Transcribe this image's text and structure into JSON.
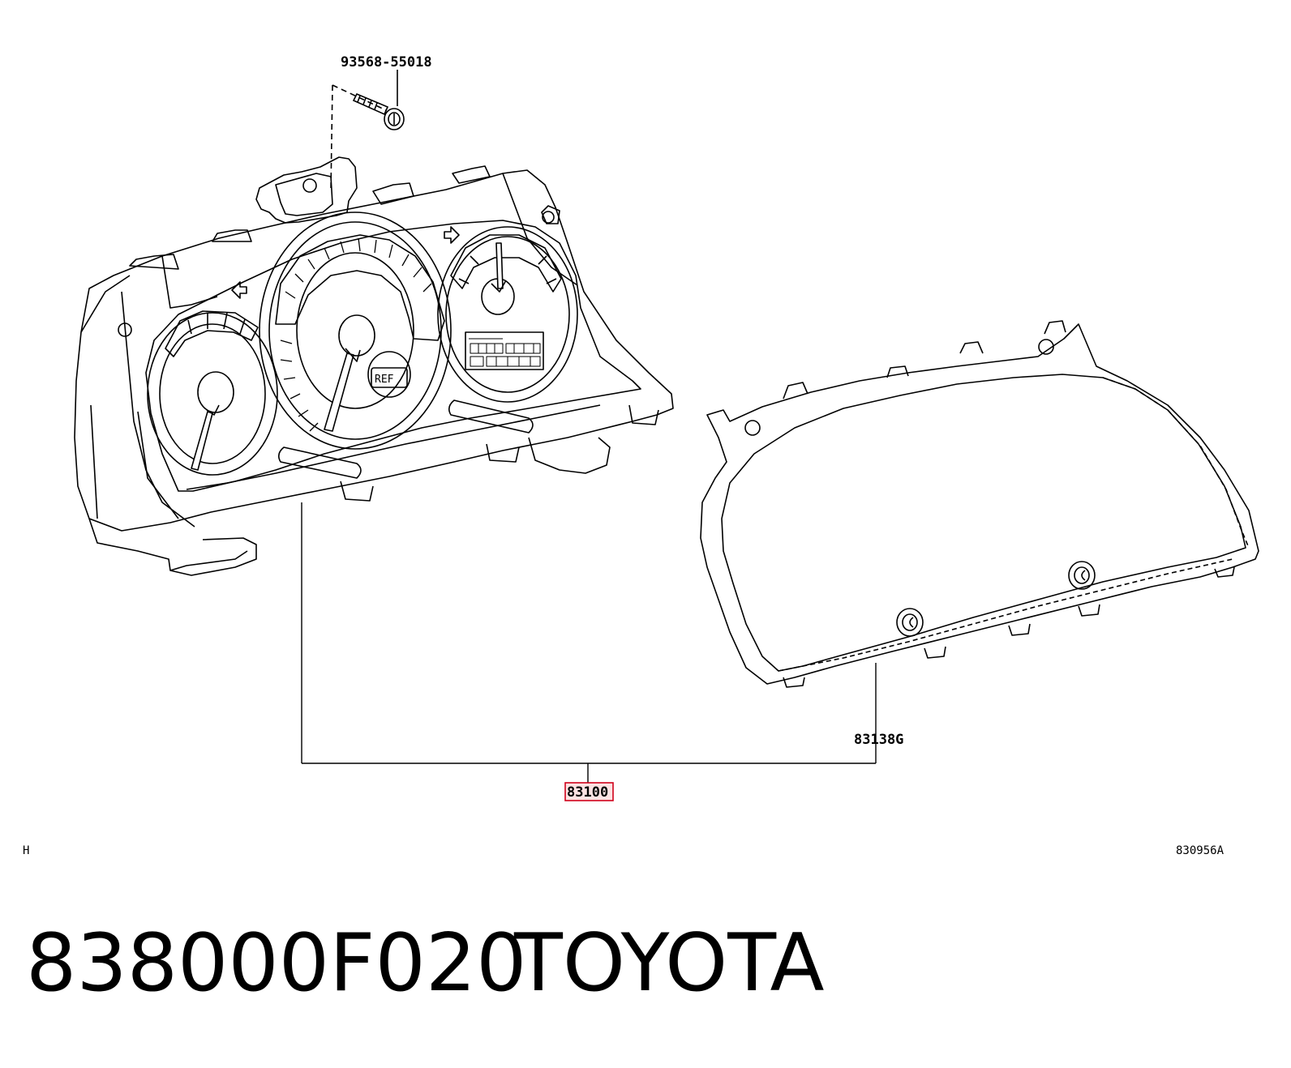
{
  "parts": {
    "screw": "93568-55018",
    "lens": "83138G",
    "meter_assembly": "83100"
  },
  "corner_left": "H",
  "illustration_number": "830956A",
  "part_number": "838000F020",
  "brand": "TOYOTA",
  "colors": {
    "line": "#000000",
    "highlight": "#d0021b",
    "highlight_fill": "#fde3e3"
  },
  "icons": {
    "screw": "screw-icon",
    "meter": "combination-meter-icon",
    "lens": "meter-glass-icon"
  }
}
